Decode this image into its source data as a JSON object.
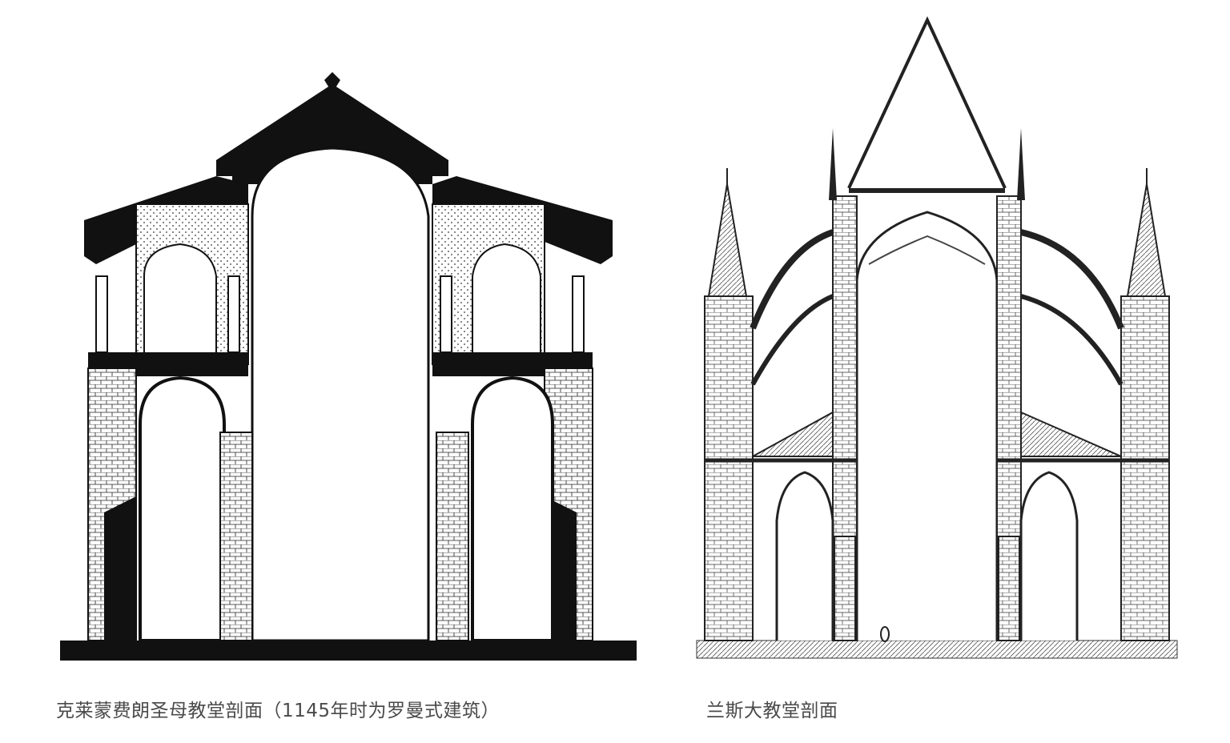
{
  "figures": [
    {
      "id": "left",
      "caption": "克莱蒙费朗圣母教堂剖面（1145年时为罗曼式建筑）"
    },
    {
      "id": "right",
      "caption": "兰斯大教堂剖面"
    }
  ]
}
